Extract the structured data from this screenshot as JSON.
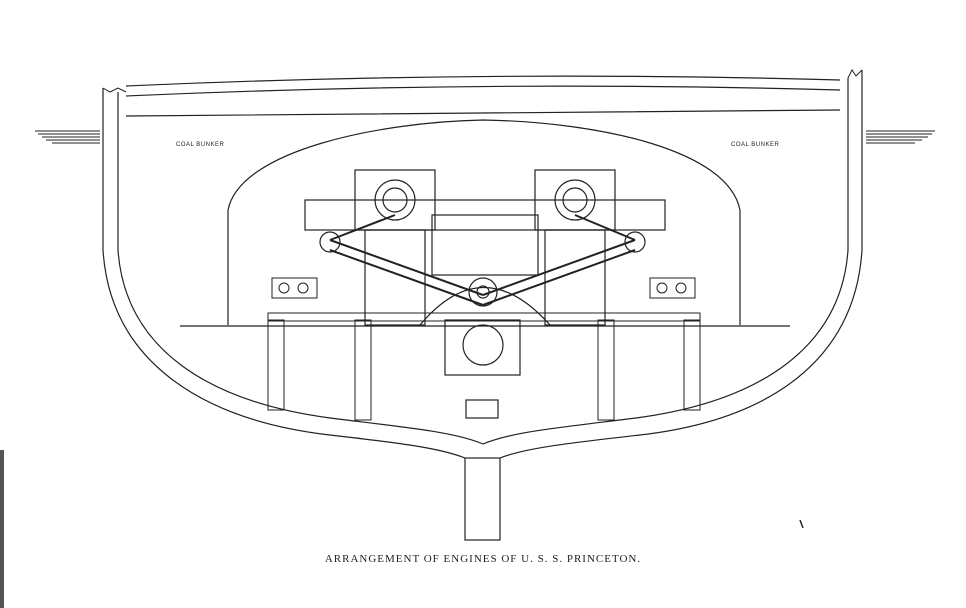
{
  "labels": {
    "left_bunker": "COAL BUNKER",
    "right_bunker": "COAL BUNKER"
  },
  "caption": "ARRANGEMENT OF ENGINES OF U. S. S. PRINCETON."
}
